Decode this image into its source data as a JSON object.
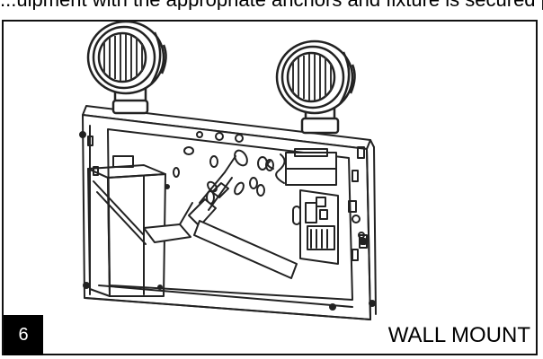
{
  "document": {
    "top_text_fragment": "...uipment with the appropriate anchors and fixture is secured properly...",
    "step_number": "6",
    "caption": "WALL MOUNT"
  }
}
